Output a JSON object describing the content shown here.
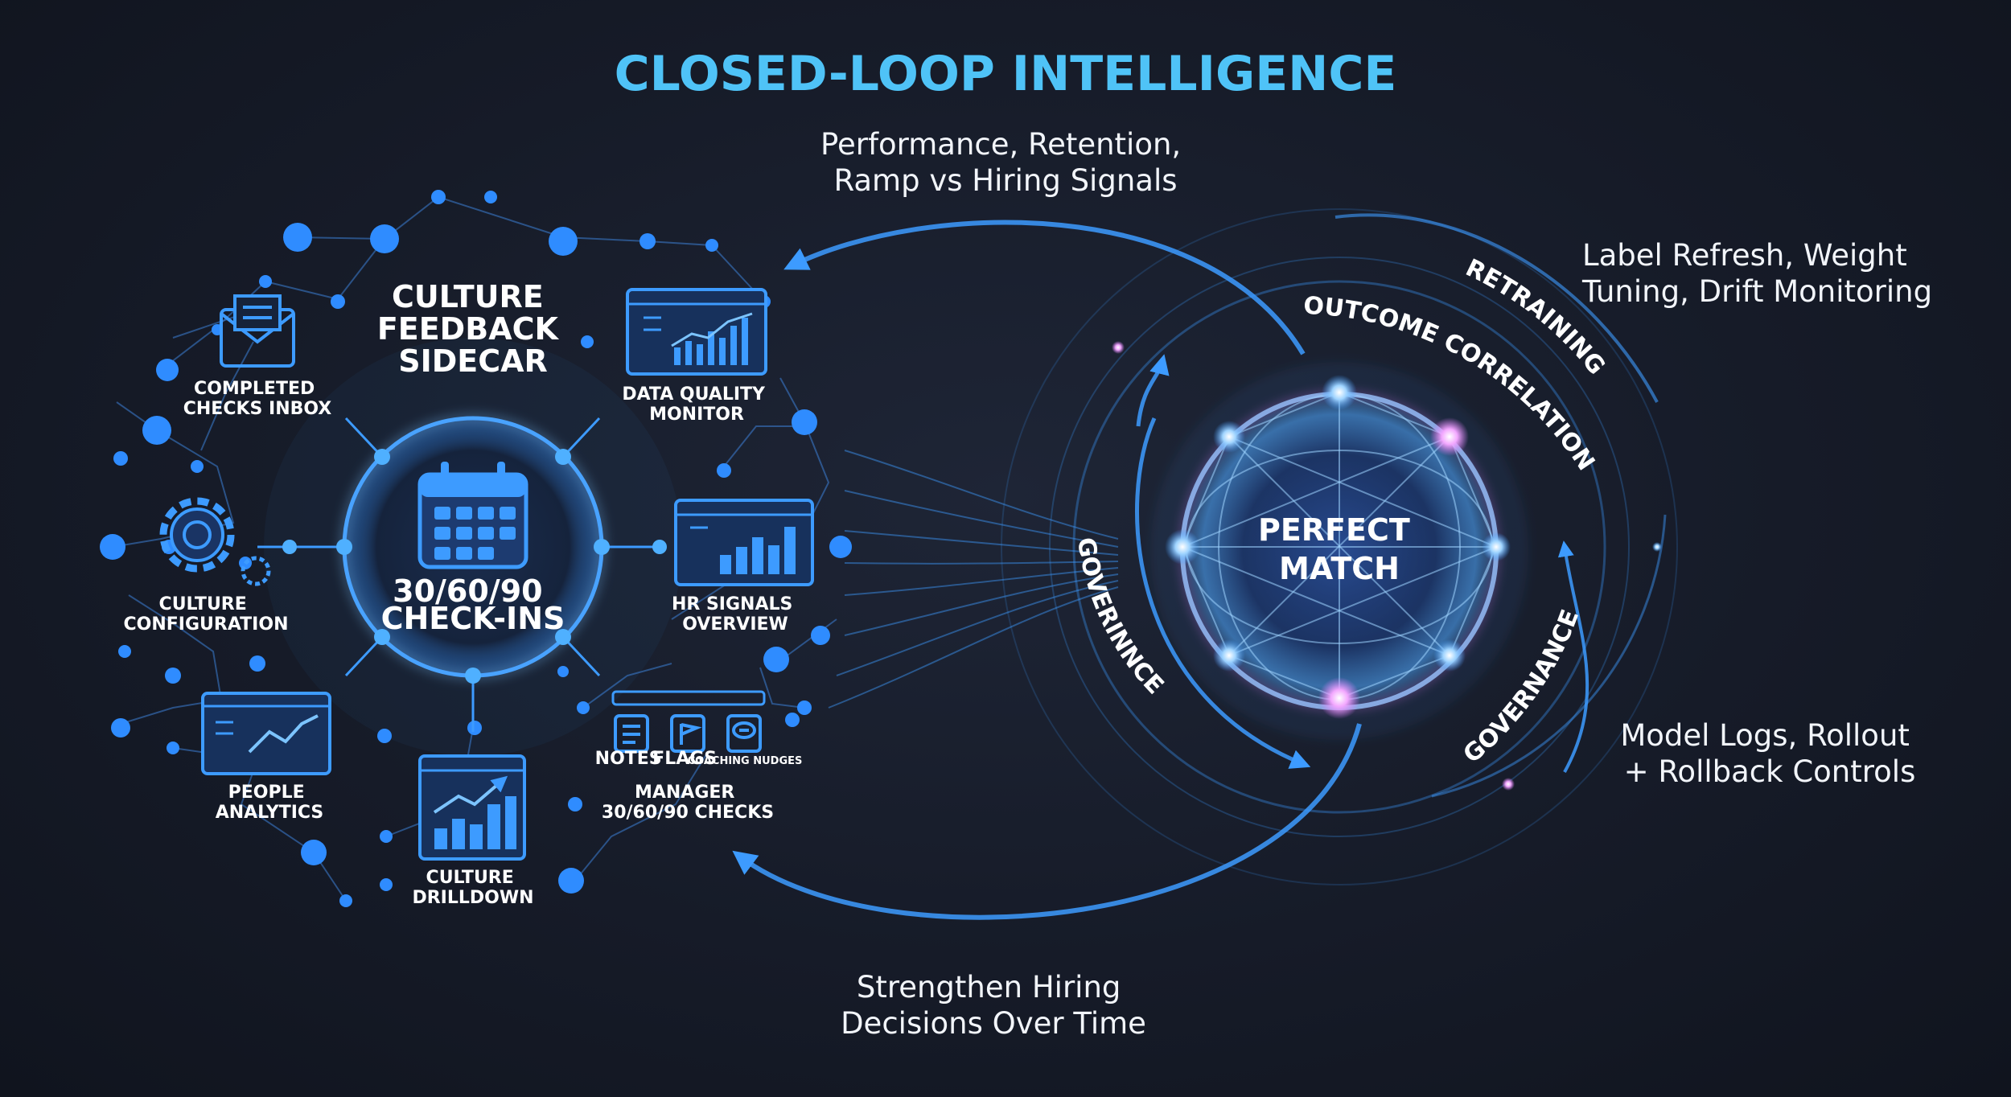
{
  "title": "CLOSED-LOOP INTELLIGENCE",
  "hub": {
    "title_lines": [
      "CULTURE",
      "FEEDBACK",
      "SIDECAR"
    ],
    "center_label_lines": [
      "30/60/90",
      "CHECK-INS"
    ]
  },
  "modules": {
    "completed_checks_inbox": [
      "COMPLETED",
      "CHECKS INBOX"
    ],
    "data_quality_monitor": [
      "DATA QUALITY",
      "MONITOR"
    ],
    "culture_configuration": [
      "CULTURE",
      "CONFIGURATION"
    ],
    "hr_signals_overview": [
      "HR SIGNALS",
      "OVERVIEW"
    ],
    "people_analytics": [
      "PEOPLE",
      "ANALYTICS"
    ],
    "culture_drilldown": [
      "CULTURE",
      "DRILLDOWN"
    ],
    "manager_checks": {
      "label_lines": [
        "MANAGER",
        "30/60/90 CHECKS"
      ],
      "sub_icons": [
        "NOTES",
        "FLAGS",
        "COACHING NUDGES"
      ]
    }
  },
  "core": {
    "label_lines": [
      "PERFECT",
      "MATCH"
    ],
    "arc_labels": {
      "outcome": "OUTCOME CORRELATION",
      "retraining": "RETRAINING",
      "governance_left": "GOVERINNCE",
      "governance_right": "GOVERNANCE"
    }
  },
  "annotations": {
    "top": [
      "Performance, Retention,",
      "Ramp vs Hiring Signals"
    ],
    "top_right": [
      "Label Refresh, Weight",
      "Tuning, Drift Monitoring"
    ],
    "bottom_right": [
      "Model Logs, Rollout",
      "+ Rollback Controls"
    ],
    "bottom": [
      "Strengthen Hiring",
      "Decisions Over Time"
    ]
  },
  "colors": {
    "accent_blue": "#3d9bff",
    "title_cyan": "#4fc3f7",
    "glow_magenta": "#e07cff"
  }
}
